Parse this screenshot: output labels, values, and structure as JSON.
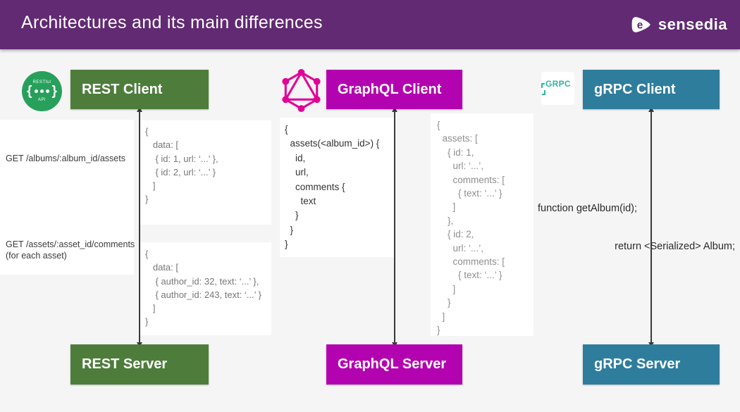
{
  "header": {
    "title": "Architectures and its main differences",
    "bg_color": "#612a72",
    "brand_name": "sensedia",
    "brand_mark_letter": "e"
  },
  "colors": {
    "rest_green": "#4e7d3b",
    "rest_icon_green": "#27a05c",
    "graphql_magenta": "#b303b0",
    "graphql_logo_pink": "#e10098",
    "grpc_teal": "#2e7d9d",
    "grpc_logo_teal": "#2fb3a7"
  },
  "rest": {
    "client_label": "REST Client",
    "server_label": "REST Server",
    "icon_top": "RESTful",
    "icon_bottom": "API",
    "icon_brace_open": "{",
    "icon_brace_close": "}",
    "request1": "GET /albums/:album_id/assets",
    "request2": "GET /assets/:asset_id/comments\n(for each asset)",
    "response1_lines": [
      "{",
      "   data: [",
      "    { id: 1, url: ‘...’ },",
      "    { id: 2, url: ‘...’ }",
      "   ]",
      "}"
    ],
    "response2_lines": [
      "{",
      "   data: [",
      "    { author_id: 32, text: ‘...’ },",
      "    { author_id: 243, text: ‘...’ }",
      "   ]",
      "}"
    ]
  },
  "graphql": {
    "client_label": "GraphQL Client",
    "server_label": "GraphQL Server",
    "query_lines": [
      "{",
      "  assets(<album_id>) {",
      "    id,",
      "    url,",
      "    comments {",
      "      text",
      "    }",
      "  }",
      "}"
    ],
    "response_lines": [
      "{",
      "  assets: [",
      "    { id: 1,",
      "      url: ‘...’,",
      "      comments: [",
      "        { text: ‘...’ }",
      "      ]",
      "    },",
      "    { id: 2,",
      "      url: ‘...’,",
      "      comments: [",
      "        { text: ‘...’ }",
      "      ]",
      "    }",
      "  ]",
      "}"
    ]
  },
  "grpc": {
    "client_label": "gRPC Client",
    "server_label": "gRPC Server",
    "logo_text": "GRPC",
    "call_text": "function getAlbum(id);",
    "return_text": "return <Serialized> Album;"
  }
}
